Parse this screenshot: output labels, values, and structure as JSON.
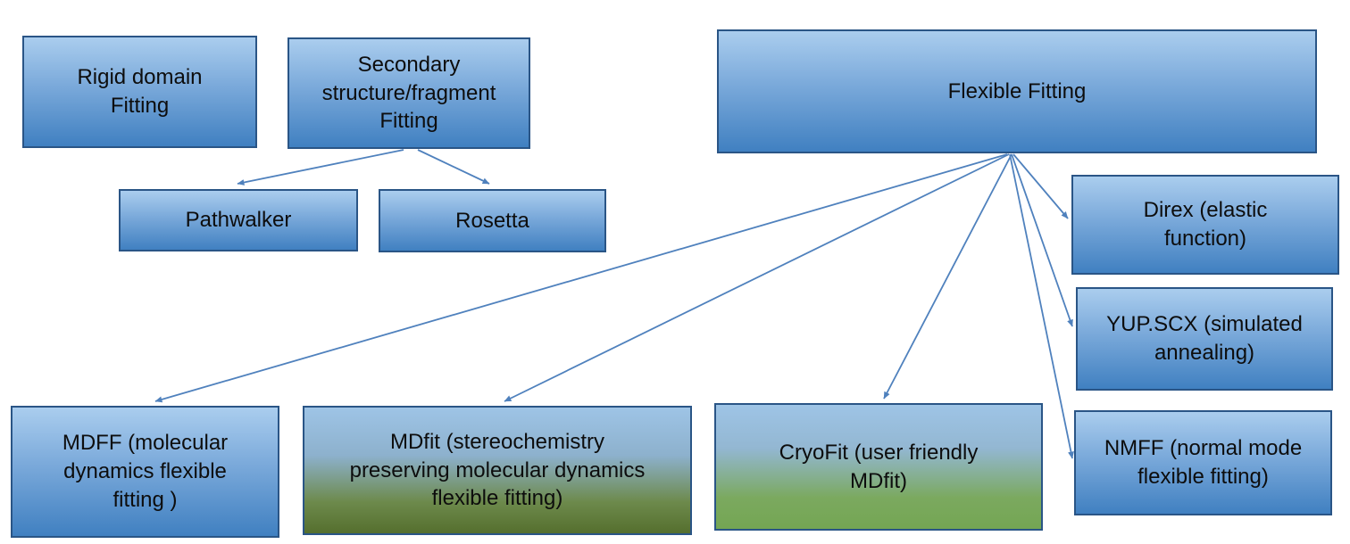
{
  "diagram": {
    "boxes": {
      "rigid": {
        "label": "Rigid domain Fitting"
      },
      "secondary": {
        "label": "Secondary structure/fragment Fitting"
      },
      "flexible": {
        "label": "Flexible Fitting"
      },
      "pathwalker": {
        "label": "Pathwalker"
      },
      "rosetta": {
        "label": "Rosetta"
      },
      "direx": {
        "label": "Direx (elastic function)"
      },
      "yupscx": {
        "label": "YUP.SCX (simulated annealing)"
      },
      "nmff": {
        "label": "NMFF (normal mode flexible fitting)"
      },
      "mdff": {
        "label": "MDFF (molecular dynamics flexible fitting )"
      },
      "mdfit": {
        "label": "MDfit (stereochemistry preserving molecular dynamics flexible fitting)"
      },
      "cryofit": {
        "label": "CryoFit (user friendly MDfit)"
      }
    },
    "colors": {
      "box_border": "#2a5586",
      "box_gradient_top": "#aacdee",
      "box_gradient_bottom": "#4080c1",
      "green_gradient_bottom_mdfit": "#556f2e",
      "green_gradient_bottom_cryofit": "#74a653",
      "arrow": "#4f81bd",
      "text": "#0d0d0d",
      "background": "#ffffff"
    }
  }
}
